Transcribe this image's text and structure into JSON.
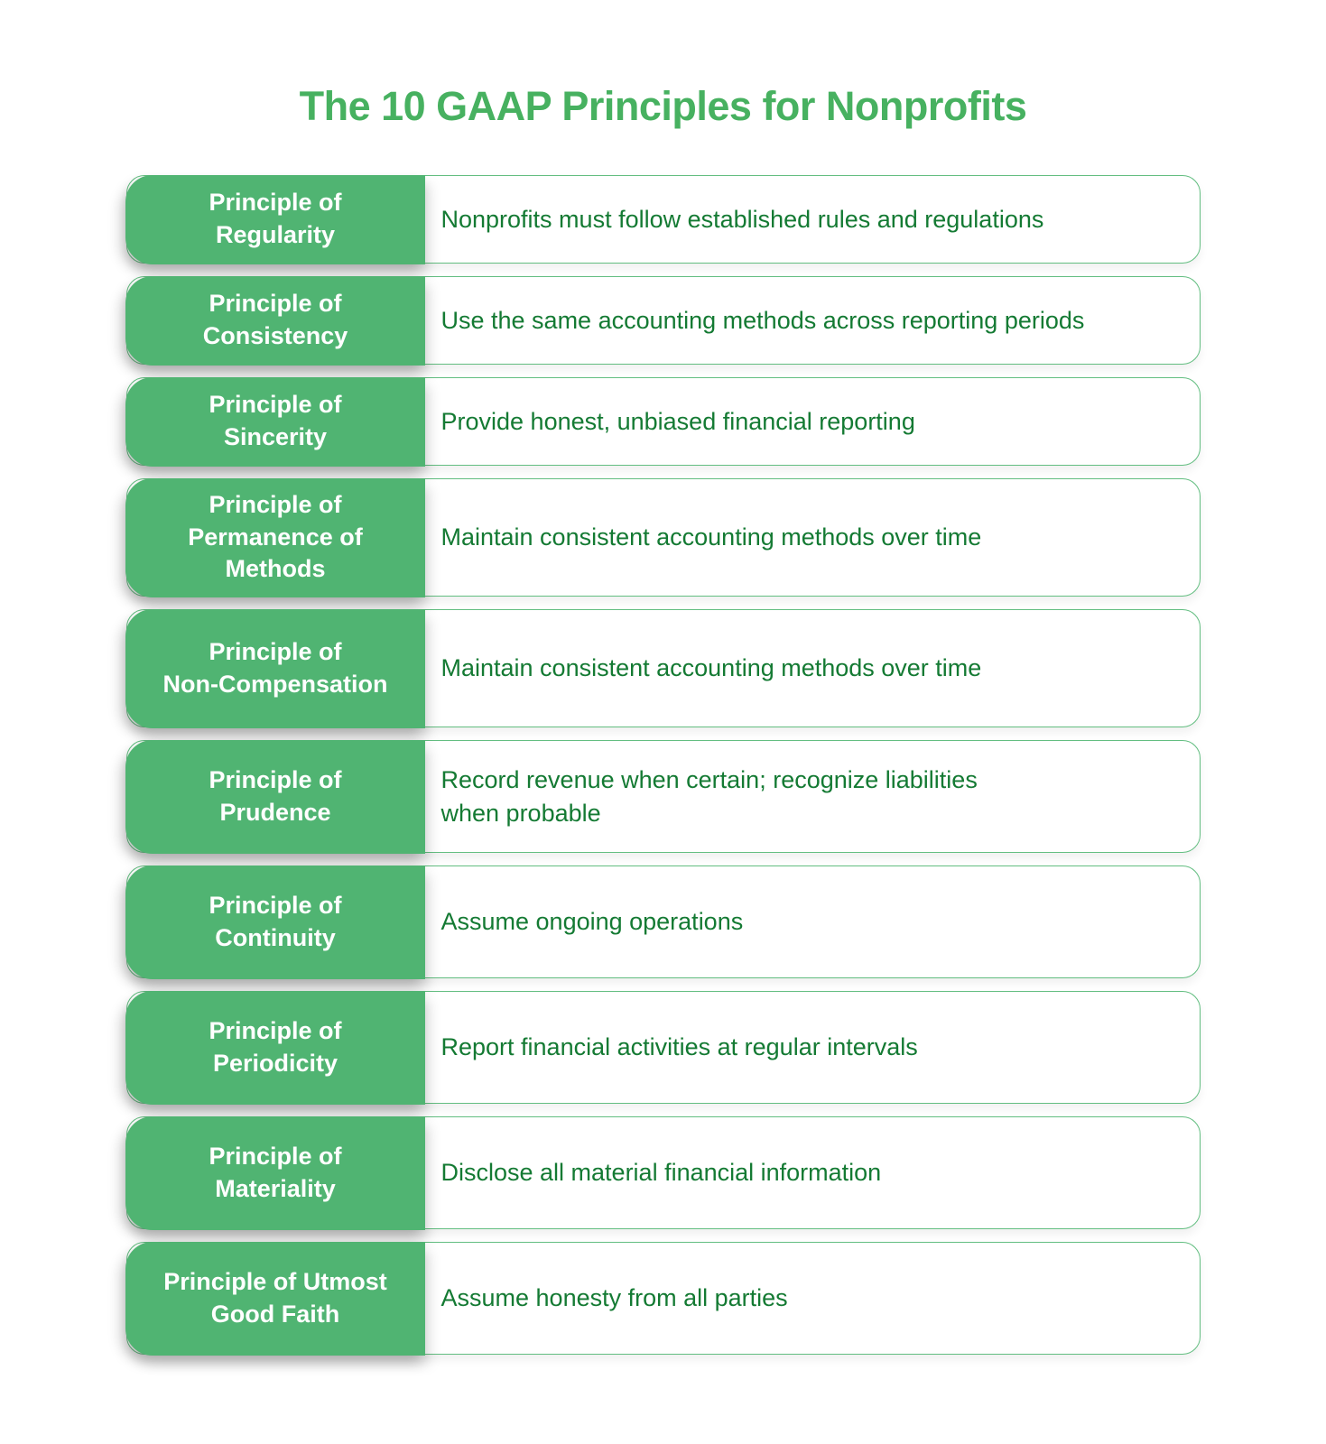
{
  "title": "The 10 GAAP Principles for Nonprofits",
  "colors": {
    "title": "#47B160",
    "label_bg": "#50B472",
    "label_text": "#FFFFFF",
    "description_text": "#147A33",
    "row_border": "#63BE81",
    "page_bg": "#FFFFFF"
  },
  "principles": [
    {
      "label": "Principle of\nRegularity",
      "description": "Nonprofits must follow established rules and regulations"
    },
    {
      "label": "Principle of\nConsistency",
      "description": "Use the same accounting methods across reporting periods"
    },
    {
      "label": "Principle of\nSincerity",
      "description": "Provide honest, unbiased financial reporting"
    },
    {
      "label": "Principle of\nPermanence of\nMethods",
      "description": "Maintain consistent accounting methods over time"
    },
    {
      "label": "Principle of\nNon-Compensation",
      "description": "Maintain consistent accounting methods over time"
    },
    {
      "label": "Principle of\nPrudence",
      "description": "Record revenue when certain; recognize liabilities\nwhen probable"
    },
    {
      "label": "Principle of\nContinuity",
      "description": "Assume ongoing operations"
    },
    {
      "label": "Principle of\nPeriodicity",
      "description": "Report financial activities at regular intervals"
    },
    {
      "label": "Principle of\nMateriality",
      "description": "Disclose all material financial information"
    },
    {
      "label": "Principle of Utmost\nGood Faith",
      "description": "Assume honesty from all parties"
    }
  ]
}
